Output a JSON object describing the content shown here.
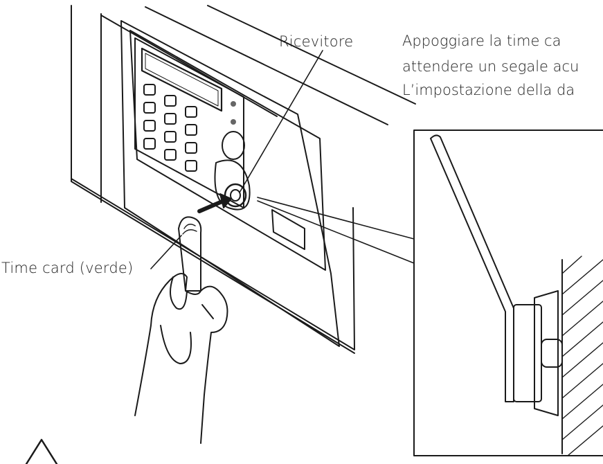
{
  "labels": {
    "receiver": "Ricevitore",
    "time_card": "Time card (verde)"
  },
  "instructions": [
    "Appoggiare la time ca",
    "attendere un segale acu",
    "L’impostazione della da"
  ],
  "icons": {
    "warning": "warning-triangle-icon"
  }
}
